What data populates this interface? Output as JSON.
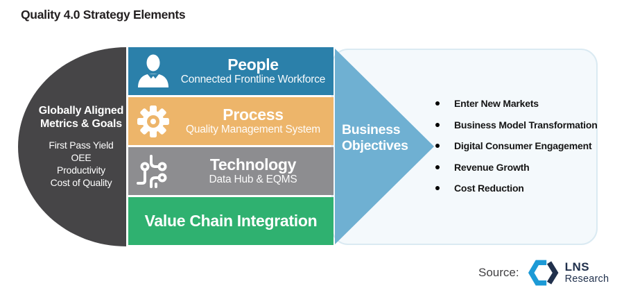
{
  "page": {
    "title": "Quality 4.0 Strategy Elements",
    "background": "#ffffff"
  },
  "metrics_bubble": {
    "heading_line1": "Globally Aligned",
    "heading_line2": "Metrics & Goals",
    "items": [
      "First Pass Yield",
      "OEE",
      "Productivity",
      "Cost of Quality"
    ],
    "color": "#464547"
  },
  "strategy_rows": [
    {
      "title": "People",
      "subtitle": "Connected Frontline Workforce",
      "color": "#2B80AA",
      "icon": "person-icon"
    },
    {
      "title": "Process",
      "subtitle": "Quality Management System",
      "color": "#EDB56A",
      "icon": "gear-icon"
    },
    {
      "title": "Technology",
      "subtitle": "Data Hub & EQMS",
      "color": "#8D8D90",
      "icon": "circuit-icon"
    },
    {
      "title": "Value Chain Integration",
      "subtitle": "",
      "color": "#2FB170",
      "icon": ""
    }
  ],
  "arrow": {
    "label_line1": "Business",
    "label_line2": "Objectives",
    "color": "#6FB0D2"
  },
  "objectives_panel": {
    "background": "#F4F9FC",
    "border_color": "#DAEAF2",
    "items": [
      "Enter New Markets",
      "Business Model Transformation",
      "Digital Consumer Engagement",
      "Revenue Growth",
      "Cost Reduction"
    ]
  },
  "source": {
    "label": "Source:",
    "logo_name": "LNS",
    "logo_sub": "Research",
    "logo_blue": "#1C9AD6",
    "logo_navy": "#20304C"
  }
}
